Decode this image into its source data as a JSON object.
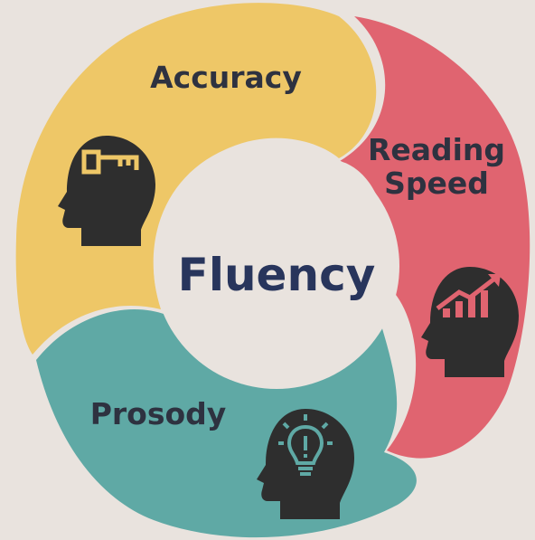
{
  "center": {
    "label": "Fluency"
  },
  "segments": [
    {
      "id": "accuracy",
      "label": "Accuracy",
      "icon": "key-icon",
      "color": "#eec767"
    },
    {
      "id": "reading-speed",
      "label": "Reading\nSpeed",
      "icon": "growth-chart-icon",
      "color": "#e06470"
    },
    {
      "id": "prosody",
      "label": "Prosody",
      "icon": "lightbulb-icon",
      "color": "#5fa9a5"
    }
  ],
  "colors": {
    "background": "#e9e3de",
    "center_disc": "#e9e3de",
    "head": "#2e2e2e",
    "text": "#2e3240",
    "center_text": "#28355c"
  }
}
